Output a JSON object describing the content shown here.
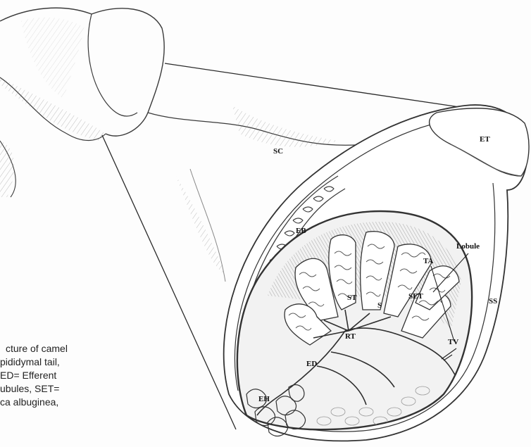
{
  "labels": {
    "SC": "SC",
    "ET": "ET",
    "EB": "EB",
    "Lobule": "Lobule",
    "TA": "TA",
    "ST": "ST",
    "S": "S",
    "SET": "SET",
    "SS": "SS",
    "RT": "RT",
    "TV": "TV",
    "ED": "ED",
    "EH": "EH"
  },
  "caption": {
    "line1": "cture of camel",
    "line2": "pididymal tail,",
    "line3": "ED= Efferent",
    "line4": "ubules,  SET=",
    "line5": "ca  albuginea,"
  },
  "colors": {
    "pencil": "#3a3a3a",
    "shade": "#9a9a9a",
    "caption": "#222222"
  }
}
